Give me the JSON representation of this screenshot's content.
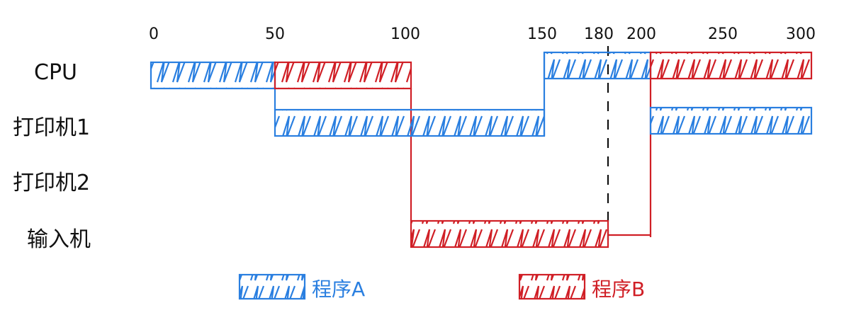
{
  "colors": {
    "programA": "#2a7fe0",
    "programB": "#d01f26",
    "ink": "#111111"
  },
  "chart_data": {
    "type": "gantt",
    "ticks": [
      0,
      50,
      100,
      150,
      180,
      200,
      250,
      300
    ],
    "tick_labels": [
      "0",
      "50",
      "100",
      "150",
      "180",
      "200",
      "250",
      "300"
    ],
    "rows": [
      "CPU",
      "打印机1",
      "打印机2",
      "输入机"
    ],
    "legend": [
      {
        "key": "A",
        "label": "程序A"
      },
      {
        "key": "B",
        "label": "程序B"
      }
    ],
    "segments": [
      {
        "row": 0,
        "program": "A",
        "start": 0,
        "end": 50
      },
      {
        "row": 0,
        "program": "B",
        "start": 50,
        "end": 100
      },
      {
        "row": 0,
        "program": "A",
        "start": 150,
        "end": 200
      },
      {
        "row": 0,
        "program": "B",
        "start": 200,
        "end": 300
      },
      {
        "row": 1,
        "program": "A",
        "start": 50,
        "end": 150
      },
      {
        "row": 1,
        "program": "A",
        "start": 200,
        "end": 300
      },
      {
        "row": 3,
        "program": "B",
        "start": 100,
        "end": 180
      }
    ],
    "marker": {
      "value": 180,
      "style": "dashed"
    }
  }
}
